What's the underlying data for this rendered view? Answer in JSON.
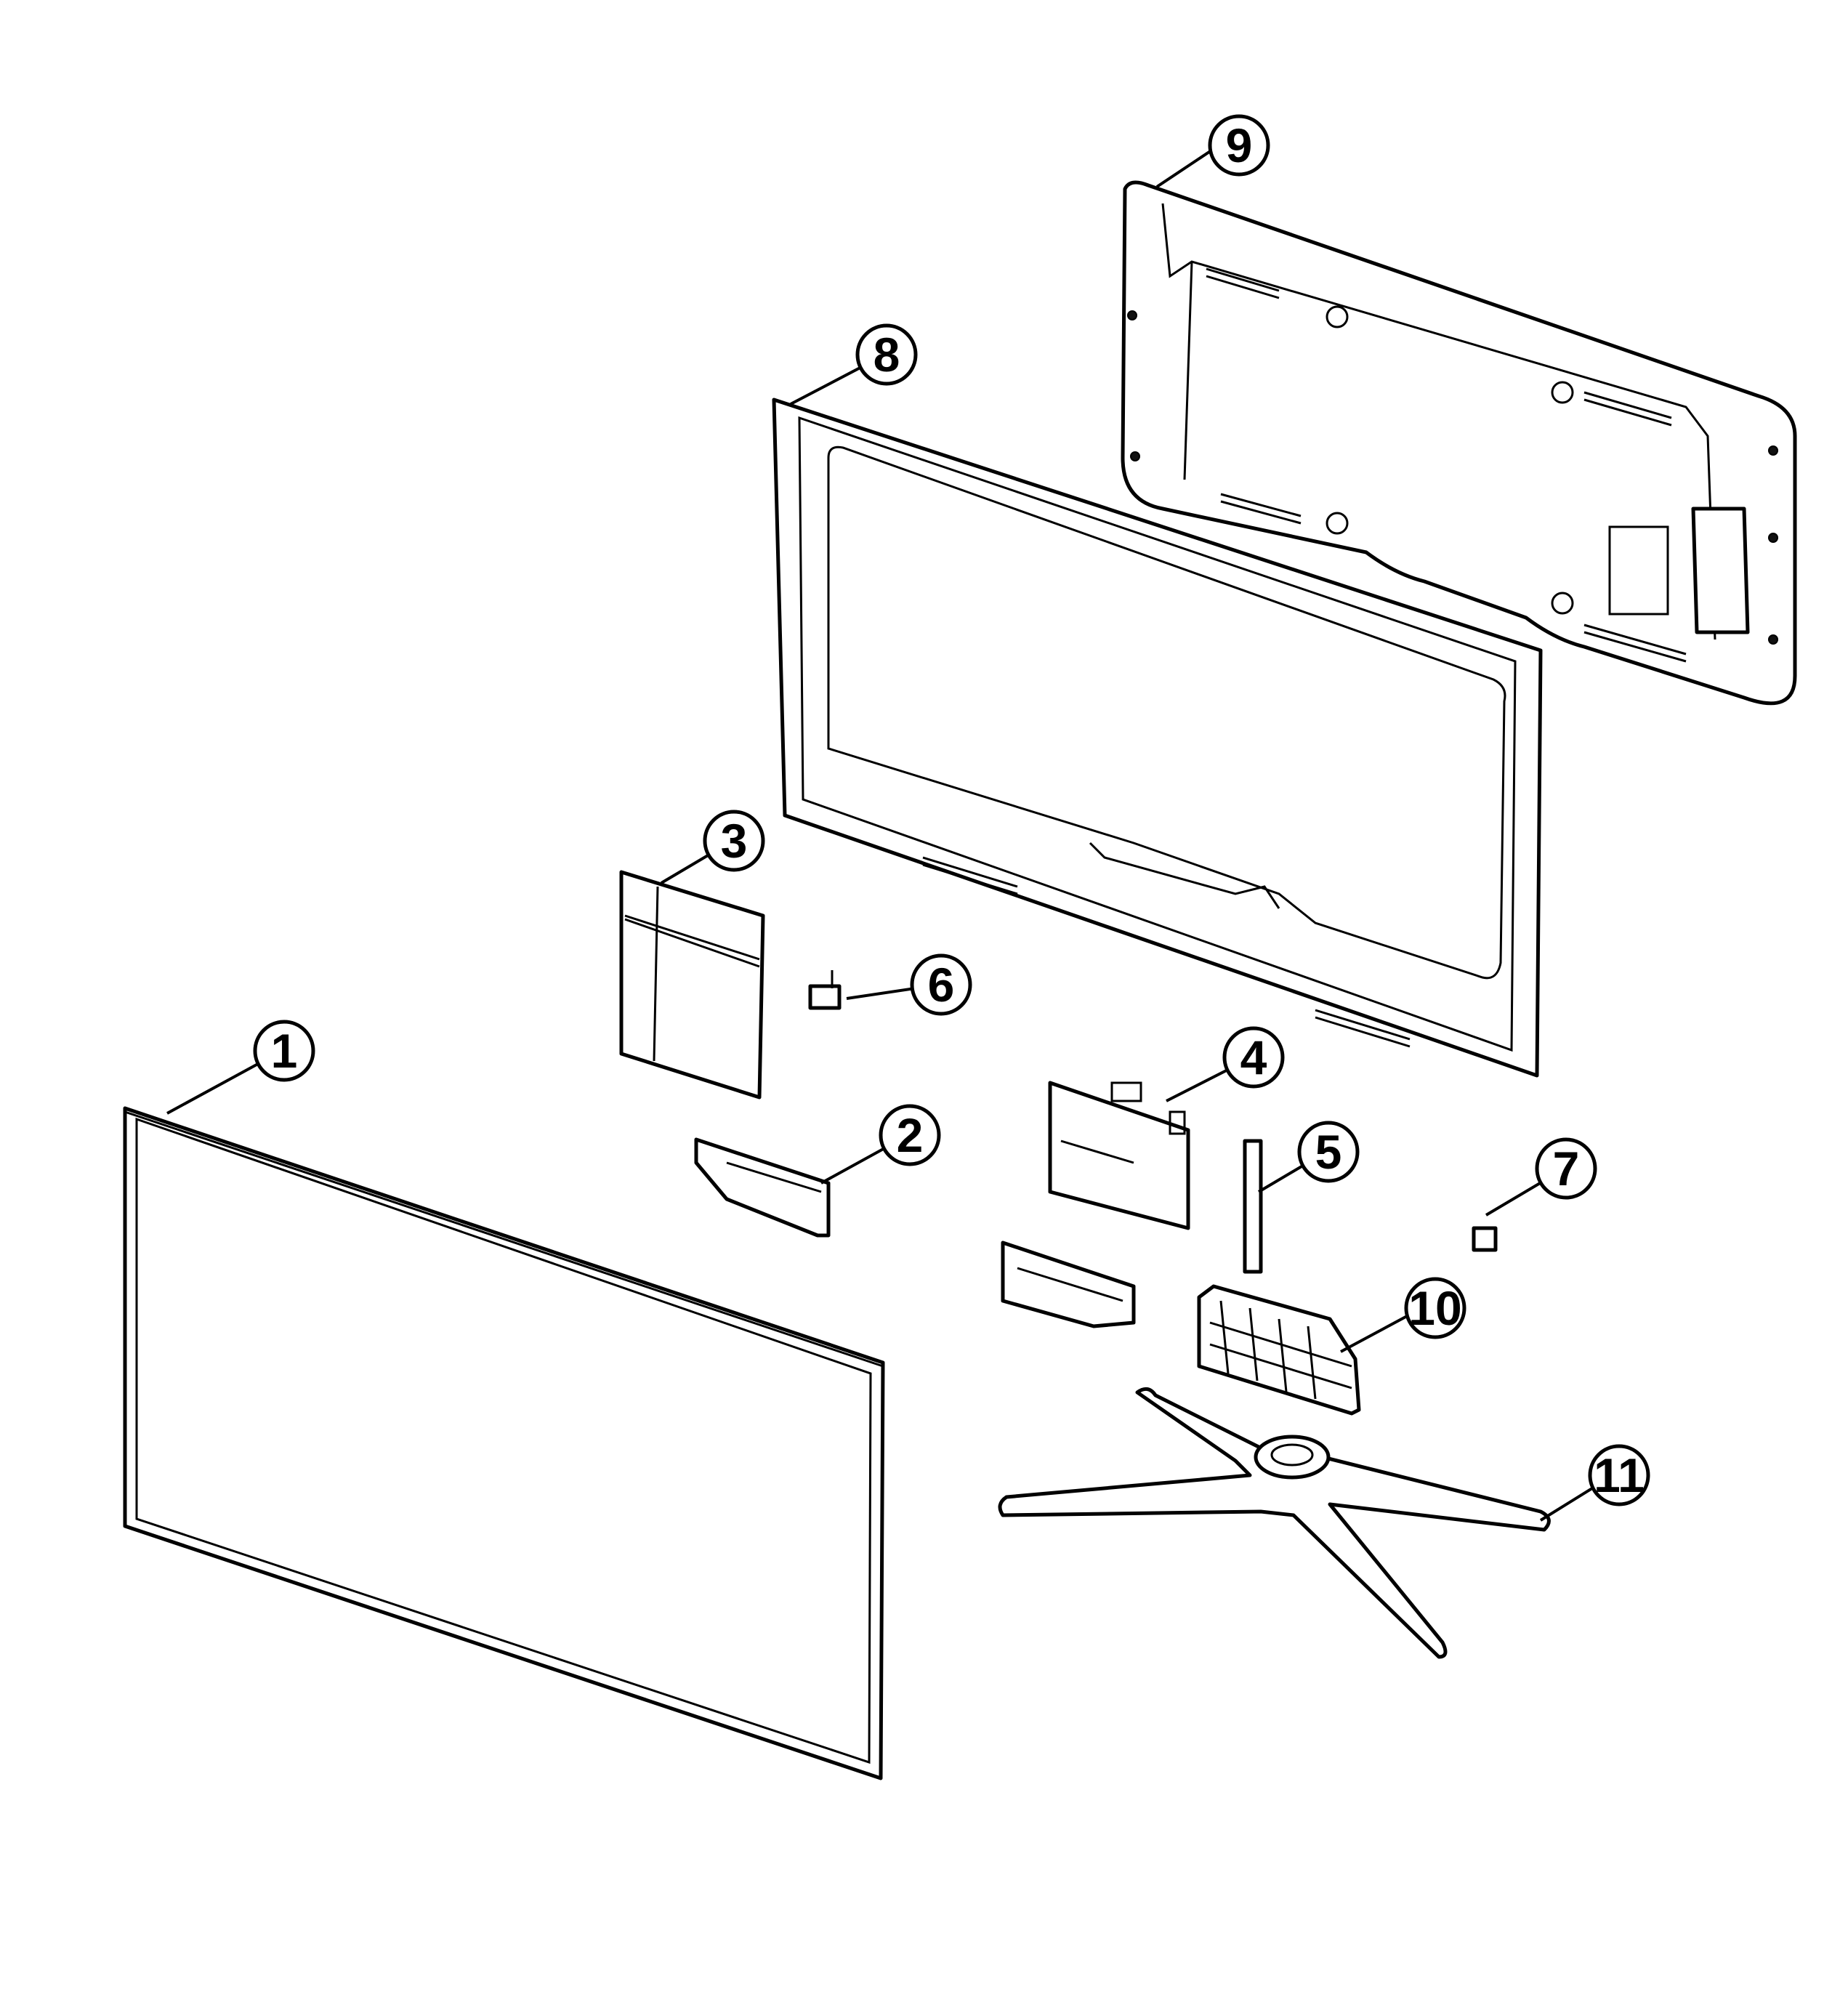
{
  "diagram": {
    "type": "exploded-parts-view",
    "callouts": [
      {
        "id": "1",
        "label": "1"
      },
      {
        "id": "2",
        "label": "2"
      },
      {
        "id": "3",
        "label": "3"
      },
      {
        "id": "4",
        "label": "4"
      },
      {
        "id": "5",
        "label": "5"
      },
      {
        "id": "6",
        "label": "6"
      },
      {
        "id": "7",
        "label": "7"
      },
      {
        "id": "8",
        "label": "8"
      },
      {
        "id": "9",
        "label": "9"
      },
      {
        "id": "10",
        "label": "10"
      },
      {
        "id": "11",
        "label": "11"
      }
    ]
  }
}
